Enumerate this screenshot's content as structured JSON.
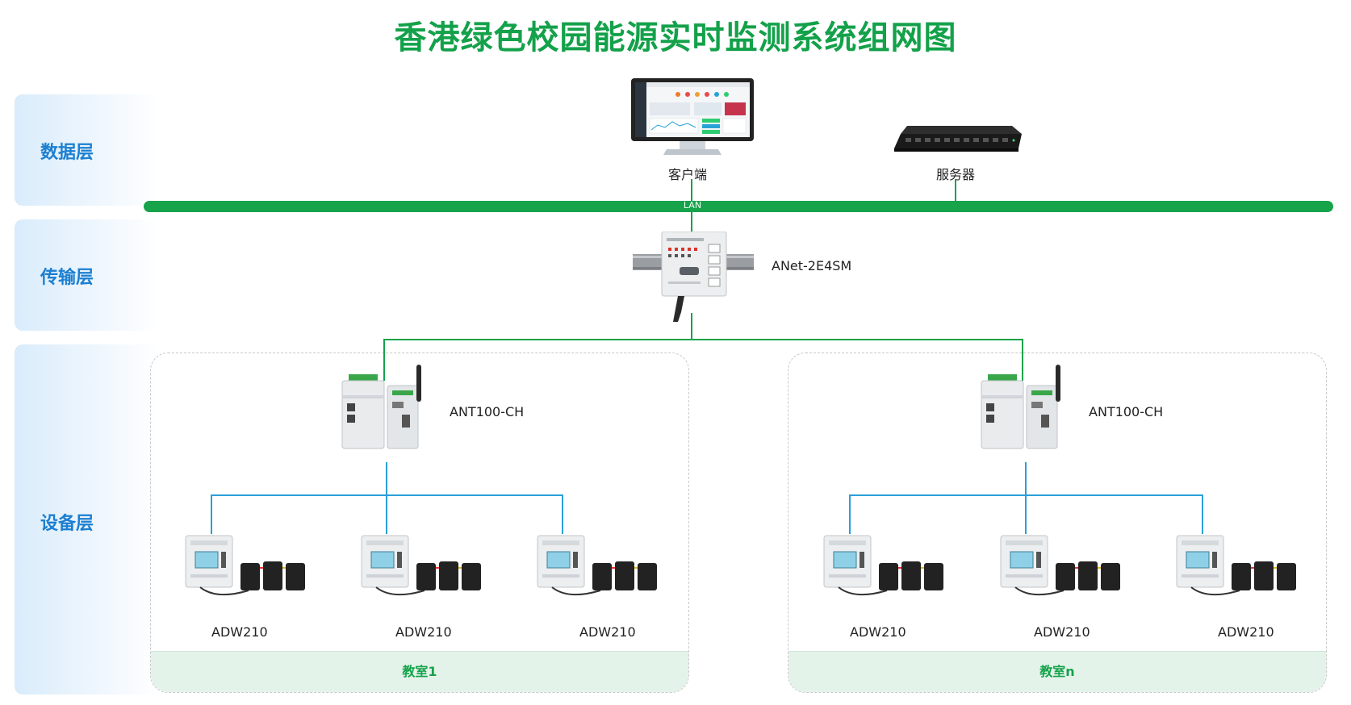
{
  "title": "香港绿色校园能源实时监测系统组网图",
  "layers": {
    "data": "数据层",
    "transport": "传输层",
    "device": "设备层"
  },
  "network": {
    "lan_label": "LAN"
  },
  "data_layer": {
    "client_label": "客户端",
    "server_label": "服务器"
  },
  "transport_layer": {
    "gateway_label": "ANet-2E4SM"
  },
  "zones": [
    {
      "footer": "教室1",
      "collector_label": "ANT100-CH",
      "meters": [
        "ADW210",
        "ADW210",
        "ADW210"
      ]
    },
    {
      "footer": "教室n",
      "collector_label": "ANT100-CH",
      "meters": [
        "ADW210",
        "ADW210",
        "ADW210"
      ]
    }
  ],
  "colors": {
    "title": "#13a14a",
    "layer_text": "#1c7fd1",
    "lan_bar": "#16a34a",
    "green_link": "#16a34a",
    "blue_link": "#2a9fd8",
    "zone_footer": "#e4f3ea"
  },
  "icons": {
    "client": "monitor-icon",
    "server": "rack-server-icon",
    "gateway": "din-rail-gateway-icon",
    "collector": "wireless-collector-icon",
    "meter": "energy-meter-icon"
  }
}
